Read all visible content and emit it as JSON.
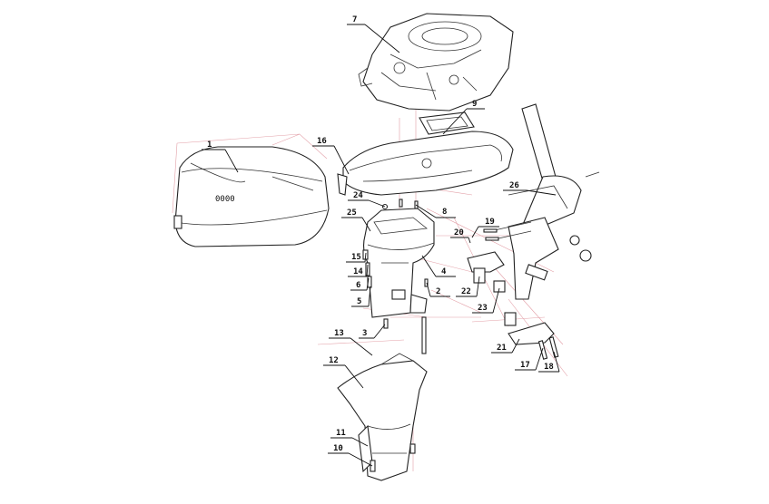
{
  "title": "Outboard motor exploded parts diagram",
  "cover_marking": "0000",
  "callouts": [
    "1",
    "7",
    "9",
    "16",
    "24",
    "25",
    "8",
    "26",
    "19",
    "20",
    "15",
    "14",
    "6",
    "5",
    "4",
    "2",
    "22",
    "23",
    "3",
    "13",
    "12",
    "21",
    "17",
    "18",
    "11",
    "10"
  ]
}
